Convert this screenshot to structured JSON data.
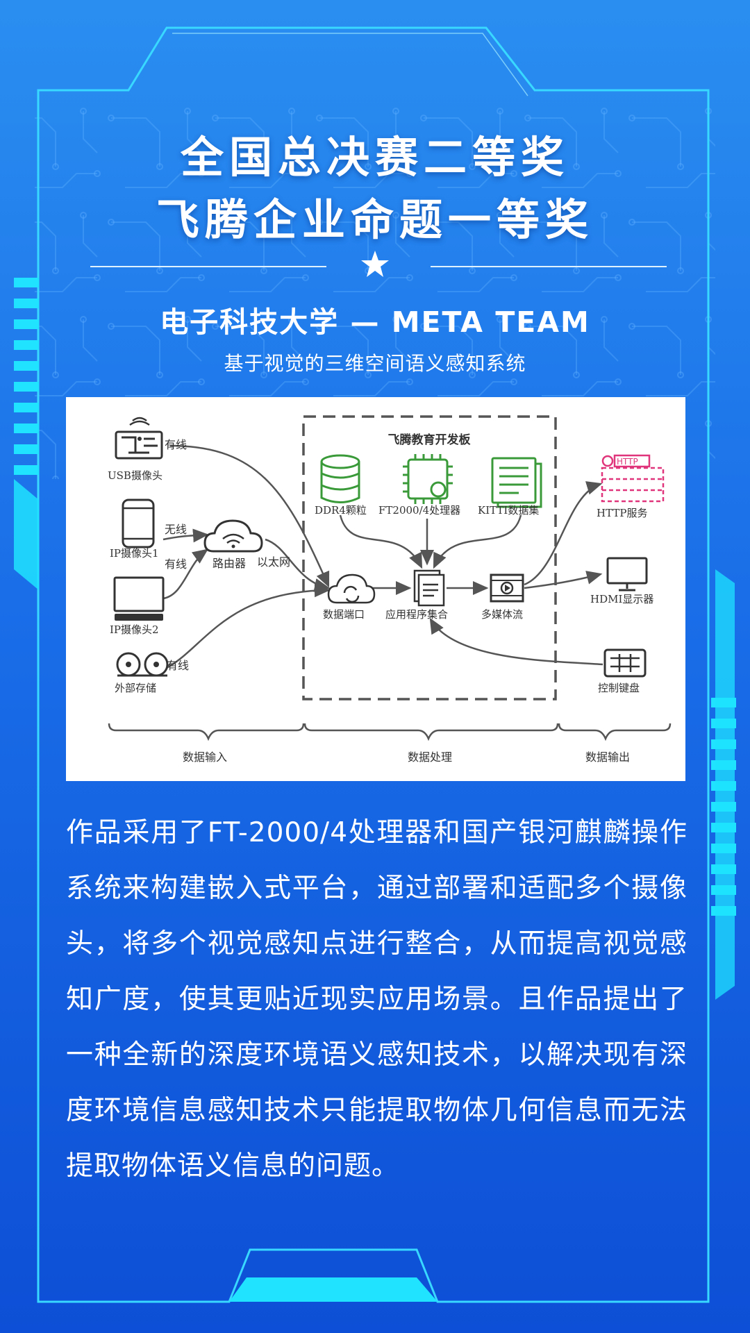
{
  "header": {
    "title_line1": "全国总决赛二等奖",
    "title_line2": "飞腾企业命题一等奖",
    "team": "电子科技大学 — META TEAM",
    "project": "基于视觉的三维空间语义感知系统"
  },
  "diagram": {
    "board_title": "飞腾教育开发板",
    "inputs": {
      "usb_camera": "USB摄像头",
      "ip_camera_1": "IP摄像头1",
      "ip_camera_2": "IP摄像头2",
      "external_storage": "外部存储",
      "router": "路由器"
    },
    "edges": {
      "wired_1": "有线",
      "wireless": "无线",
      "wired_2": "有线",
      "wired_3": "有线",
      "ethernet": "以太网"
    },
    "board_items": {
      "ddr4": "DDR4颗粒",
      "processor": "FT2000/4处理器",
      "kitti": "KITTI数据集",
      "data_port": "数据端口",
      "app_set": "应用程序集合",
      "media_stream": "多媒体流"
    },
    "outputs": {
      "http_service": "HTTP服务",
      "http_badge": "HTTP",
      "hdmi_display": "HDMI显示器",
      "control_keyboard": "控制键盘"
    },
    "sections": {
      "input": "数据输入",
      "processing": "数据处理",
      "output": "数据输出"
    }
  },
  "description": "作品采用了FT-2000/4处理器和国产银河麒麟操作系统来构建嵌入式平台，通过部署和适配多个摄像头，将多个视觉感知点进行整合，从而提高视觉感知广度，使其更贴近现实应用场景。且作品提出了一种全新的深度环境语义感知技术，以解决现有深度环境信息感知技术只能提取物体几何信息而无法提取物体语义信息的问题。",
  "colors": {
    "accent_cyan": "#1fe3ff",
    "frame_line": "#38d8ff",
    "storage_green": "#3a9a3a",
    "http_pink": "#e0357a"
  },
  "icons": [
    "usb-camera-icon",
    "smartphone-icon",
    "monitor-icon",
    "film-reel-icon",
    "wifi-router-icon",
    "database-icon",
    "chip-icon",
    "document-list-icon",
    "cloud-sync-icon",
    "file-stack-icon",
    "video-icon",
    "http-server-icon",
    "display-icon",
    "keyboard-icon",
    "star-icon"
  ]
}
